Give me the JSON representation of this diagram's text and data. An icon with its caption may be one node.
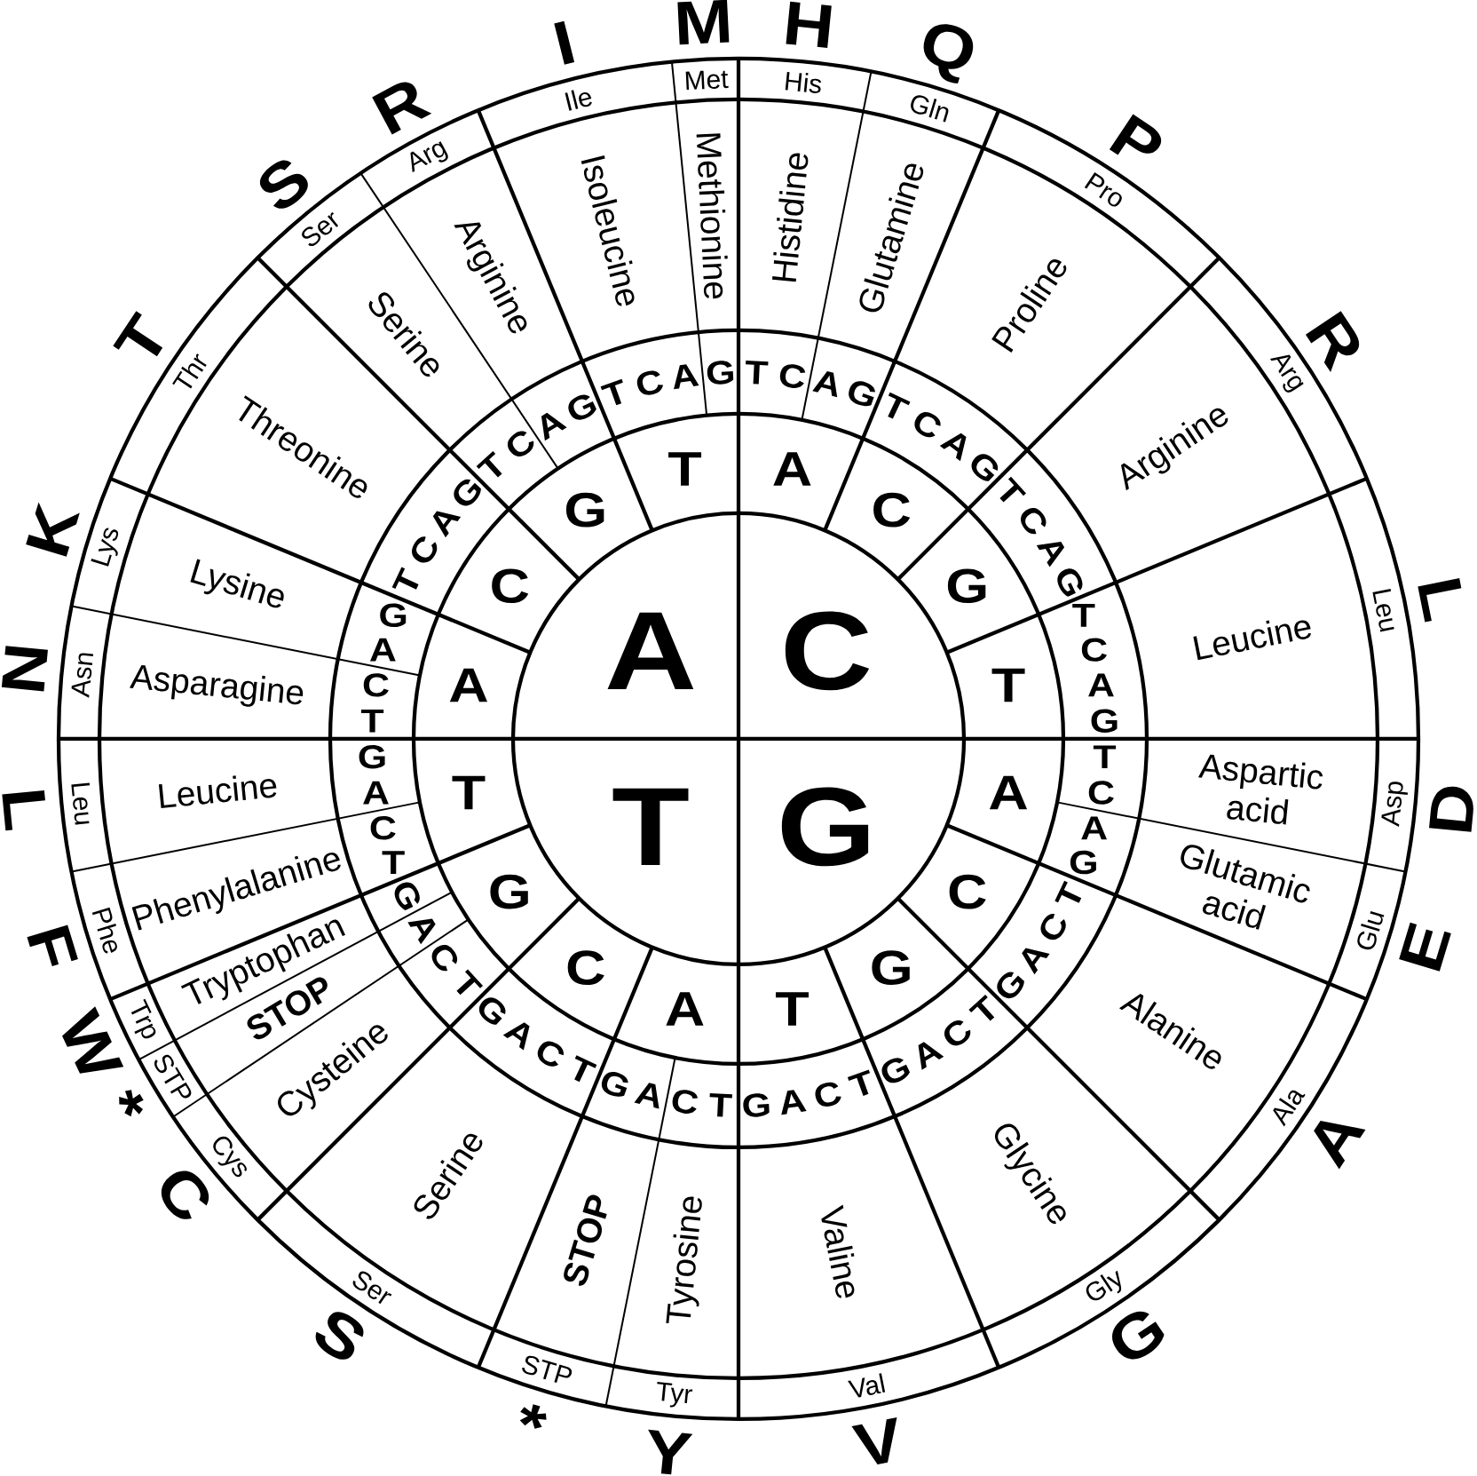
{
  "diagram": {
    "nodes": [
      {
        "text": [
          "A"
        ]
      },
      {
        "text": [
          "C"
        ]
      },
      {
        "text": [
          "G"
        ]
      },
      {
        "text": [
          "T"
        ]
      },
      {
        "text": [
          "A"
        ]
      },
      {
        "text": [
          "C"
        ]
      },
      {
        "text": [
          "G"
        ]
      },
      {
        "text": [
          "T"
        ]
      },
      {
        "text": [
          "A"
        ]
      },
      {
        "text": [
          "C"
        ]
      },
      {
        "text": [
          "G"
        ]
      },
      {
        "text": [
          "T"
        ]
      },
      {
        "text": [
          "A"
        ]
      },
      {
        "text": [
          "C"
        ]
      },
      {
        "text": [
          "G"
        ]
      },
      {
        "text": [
          "T"
        ]
      },
      {
        "text": [
          "A"
        ]
      },
      {
        "text": [
          "C"
        ]
      },
      {
        "text": [
          "G"
        ]
      },
      {
        "text": [
          "T"
        ]
      },
      {
        "text": [
          "C",
          "T"
        ]
      },
      {
        "text": [
          "G",
          "A"
        ]
      },
      {
        "text": [
          "T",
          "C",
          "A",
          "G"
        ]
      },
      {
        "text": [
          "T",
          "C"
        ]
      },
      {
        "text": [
          "A",
          "G"
        ]
      },
      {
        "text": [
          "T",
          "C",
          "A"
        ]
      },
      {
        "text": [
          "G"
        ]
      },
      {
        "text": [
          "T",
          "C"
        ]
      },
      {
        "text": [
          "A",
          "G"
        ]
      },
      {
        "text": [
          "T",
          "C",
          "A",
          "G"
        ]
      },
      {
        "text": [
          "T",
          "C",
          "A",
          "G"
        ]
      },
      {
        "text": [
          "T",
          "C",
          "A",
          "G"
        ]
      },
      {
        "text": [
          "T",
          "C"
        ]
      },
      {
        "text": [
          "A",
          "G"
        ]
      },
      {
        "text": [
          "T",
          "C",
          "A",
          "G"
        ]
      },
      {
        "text": [
          "G",
          "A",
          "C",
          "T"
        ]
      },
      {
        "text": [
          "G",
          "A",
          "C",
          "T"
        ]
      },
      {
        "text": [
          "C",
          "T"
        ]
      },
      {
        "text": [
          "G",
          "A"
        ]
      },
      {
        "text": [
          "G",
          "A",
          "C",
          "T"
        ]
      },
      {
        "text": [
          "C",
          "T"
        ]
      },
      {
        "text": [
          "A"
        ]
      },
      {
        "text": [
          "G"
        ]
      },
      {
        "text": [
          "C",
          "T"
        ]
      },
      {
        "text": [
          "G",
          "A"
        ]
      },
      {
        "text": [
          "Asparagine"
        ]
      },
      {
        "text": [
          "Lysine"
        ]
      },
      {
        "text": [
          "Threonine"
        ]
      },
      {
        "text": [
          "Serine"
        ]
      },
      {
        "text": [
          "Arginine"
        ]
      },
      {
        "text": [
          "Isoleucine"
        ]
      },
      {
        "text": [
          "Methionine"
        ]
      },
      {
        "text": [
          "Histidine"
        ]
      },
      {
        "text": [
          "Glutamine"
        ]
      },
      {
        "text": [
          "Proline"
        ]
      },
      {
        "text": [
          "Arginine"
        ]
      },
      {
        "text": [
          "Leucine"
        ]
      },
      {
        "text": [
          "Aspartic acid"
        ]
      },
      {
        "text": [
          "Glutamic acid"
        ]
      },
      {
        "text": [
          "Alanine"
        ]
      },
      {
        "text": [
          "Glycine"
        ]
      },
      {
        "text": [
          "Valine"
        ]
      },
      {
        "text": [
          "Tyrosine"
        ]
      },
      {
        "text": [
          "STOP"
        ]
      },
      {
        "text": [
          "Serine"
        ]
      },
      {
        "text": [
          "Cysteine"
        ]
      },
      {
        "text": [
          "STOP"
        ]
      },
      {
        "text": [
          "Tryptophan"
        ]
      },
      {
        "text": [
          "Phenylalanine"
        ]
      },
      {
        "text": [
          "Leucine"
        ]
      },
      {
        "text": [
          "Asn"
        ],
        "beside": [
          "N"
        ]
      },
      {
        "text": [
          "Lys"
        ],
        "beside": [
          "K"
        ]
      },
      {
        "text": [
          "Thr"
        ],
        "beside": [
          "T"
        ]
      },
      {
        "text": [
          "Ser"
        ],
        "beside": [
          "S"
        ]
      },
      {
        "text": [
          "Arg"
        ],
        "beside": [
          "R"
        ]
      },
      {
        "text": [
          "Ile"
        ],
        "beside": [
          "I"
        ]
      },
      {
        "text": [
          "Met"
        ],
        "beside": [
          "M"
        ]
      },
      {
        "text": [
          "His"
        ],
        "beside": [
          "H"
        ]
      },
      {
        "text": [
          "Gln"
        ],
        "beside": [
          "Q"
        ]
      },
      {
        "text": [
          "Pro"
        ],
        "beside": [
          "P"
        ]
      },
      {
        "text": [
          "Arg"
        ],
        "beside": [
          "R"
        ]
      },
      {
        "text": [
          "Leu"
        ],
        "beside": [
          "L"
        ]
      },
      {
        "text": [
          "Asp"
        ],
        "beside": [
          "D"
        ]
      },
      {
        "text": [
          "Glu"
        ],
        "beside": [
          "E"
        ]
      },
      {
        "text": [
          "Ala"
        ],
        "beside": [
          "A"
        ]
      },
      {
        "text": [
          "Gly"
        ],
        "beside": [
          "G"
        ]
      },
      {
        "text": [
          "Val"
        ],
        "beside": [
          "V"
        ]
      },
      {
        "text": [
          "Tyr"
        ],
        "beside": [
          "Y"
        ]
      },
      {
        "text": [
          "STP"
        ],
        "beside": [
          "*"
        ]
      },
      {
        "text": [
          "Ser"
        ],
        "beside": [
          "S"
        ]
      },
      {
        "text": [
          "Cys"
        ],
        "beside": [
          "C"
        ]
      },
      {
        "text": [
          "STP"
        ],
        "beside": [
          "*"
        ]
      },
      {
        "text": [
          "Trp"
        ],
        "beside": [
          "W"
        ]
      },
      {
        "text": [
          "Phe"
        ],
        "beside": [
          "F"
        ]
      },
      {
        "text": [
          "Leu"
        ],
        "beside": [
          "L"
        ]
      }
    ]
  }
}
